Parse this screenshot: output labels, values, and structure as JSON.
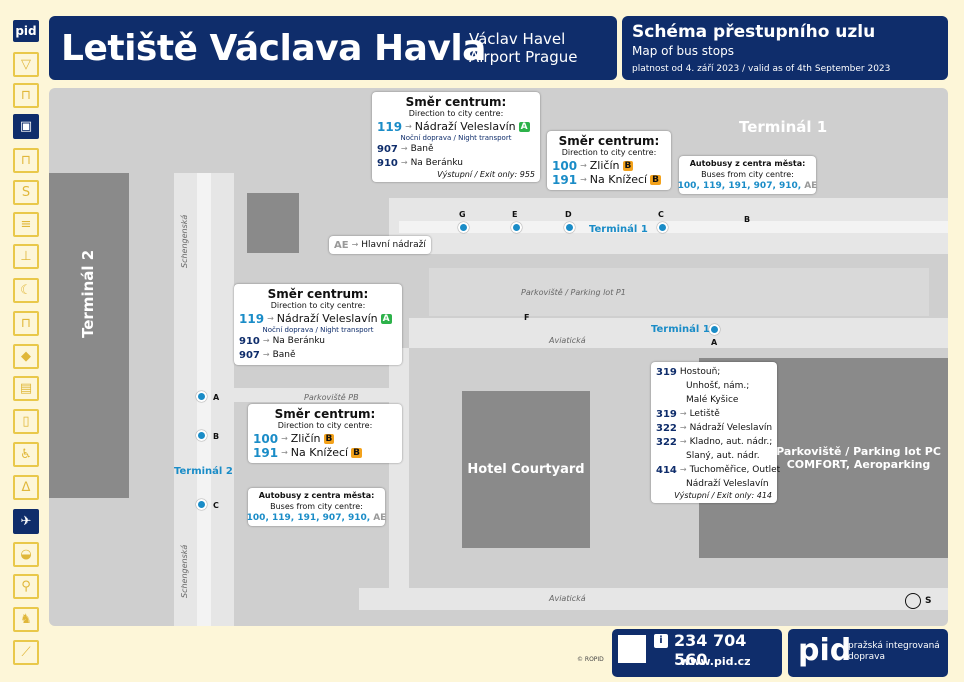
{
  "sidebar": {
    "logo": "pid"
  },
  "header": {
    "title": "Letiště Václava Havla",
    "subtitle_line1": "Václav Havel",
    "subtitle_line2": "Airport Prague"
  },
  "schema": {
    "title": "Schéma přestupního uzlu",
    "subtitle": "Map of bus stops",
    "validity": "platnost od 4. září 2023 / valid as of 4th September 2023"
  },
  "map": {
    "terminal1": "Terminál 1",
    "terminal2": "Terminál 2",
    "parking_p1": "Parkoviště / Parking lot P1",
    "parking_pb": "Parkoviště PB",
    "hotel": "Hotel Courtyard",
    "parking_pc": "Parkoviště / Parking lot PC COMFORT, Aeroparking",
    "aviaticka": "Aviatická",
    "schengenska": "Schengenská",
    "hlavni_nadrazi_badge": "AE",
    "hlavni_nadrazi": "Hlavní nádraží",
    "stop_terminal1": "Terminál 1",
    "stop_terminal2": "Terminál 2",
    "stop_letters": [
      "G",
      "E",
      "D",
      "C",
      "B",
      "F",
      "A",
      "A",
      "B",
      "C"
    ]
  },
  "callouts": {
    "center_e": {
      "heading": "Směr centrum:",
      "sub": "Direction to city centre:",
      "r1_num": "119",
      "r1_dest": "Nádraží Veleslavín",
      "r1_badge": "A",
      "night": "Noční doprava / Night transport",
      "n1_num": "907",
      "n1_dest": "Baně",
      "n2_num": "910",
      "n2_dest": "Na Beránku",
      "exit": "Výstupní / Exit only: 955"
    },
    "center_d": {
      "heading": "Směr centrum:",
      "sub": "Direction to city centre:",
      "r1_num": "100",
      "r1_dest": "Zličín",
      "r1_badge": "B",
      "r2_num": "191",
      "r2_dest": "Na Knížecí",
      "r2_badge": "B"
    },
    "t1_buses": {
      "heading": "Autobusy z centra města:",
      "sub": "Buses from city centre:",
      "routes": "100, 119, 191, 907, 910,",
      "ae": "AE"
    },
    "t2_a": {
      "heading": "Směr centrum:",
      "sub": "Direction to city centre:",
      "r1_num": "119",
      "r1_dest": "Nádraží Veleslavín",
      "r1_badge": "A",
      "night": "Noční doprava / Night transport",
      "n1_num": "910",
      "n1_dest": "Na Beránku",
      "n2_num": "907",
      "n2_dest": "Baně"
    },
    "t2_b": {
      "heading": "Směr centrum:",
      "sub": "Direction to city centre:",
      "r1_num": "100",
      "r1_dest": "Zličín",
      "r1_badge": "B",
      "r2_num": "191",
      "r2_dest": "Na Knížecí",
      "r2_badge": "B"
    },
    "t2_buses": {
      "heading": "Autobusy z centra města:",
      "sub": "Buses from city centre:",
      "routes": "100, 119, 191, 907, 910,",
      "ae": "AE"
    },
    "t1_a": {
      "rows": [
        {
          "num": "319",
          "dest": "Hostouň;"
        },
        {
          "num": "",
          "dest": "Unhošť, nám.;"
        },
        {
          "num": "",
          "dest": "Malé Kyšice"
        },
        {
          "num": "319",
          "dest": "Letiště"
        },
        {
          "num": "322",
          "dest": "Nádraží Veleslavín"
        },
        {
          "num": "322",
          "dest": "Kladno, aut. nádr.;"
        },
        {
          "num": "",
          "dest": "Slaný, aut. nádr."
        },
        {
          "num": "414",
          "dest": "Tuchoměřice, Outlet"
        },
        {
          "num": "",
          "dest": "Nádraží Veleslavín"
        }
      ],
      "exit": "Výstupní / Exit only: 414"
    }
  },
  "footer": {
    "phone": "234 704 560",
    "web": "www.pid.cz",
    "pid": "pid",
    "pid_desc1": "pražská integrovaná",
    "pid_desc2": "doprava",
    "ropid": "© ROPID",
    "compass": "S"
  }
}
